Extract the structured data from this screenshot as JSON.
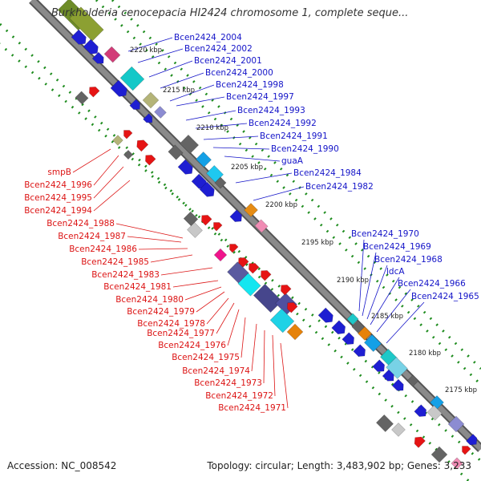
{
  "title": "Burkholderia cenocepacia HI2424 chromosome 1, complete seque...",
  "footer": {
    "accession": "Accession: NC_008542",
    "topology": "Topology: circular; Length: 3,483,902 bp; Genes: 3,233"
  },
  "colors": {
    "forward_label": "#1414c8",
    "reverse_label": "#dc1414",
    "backbone": "#808080",
    "tick": "#1e8c1e"
  },
  "kbp_labels": [
    "2220 kbp",
    "2215 kbp",
    "2210 kbp",
    "2205 kbp",
    "2200 kbp",
    "2195 kbp",
    "2190 kbp",
    "2185 kbp",
    "2180 kbp",
    "2175 kbp"
  ],
  "forward_genes": [
    "Bcen2424_2004",
    "Bcen2424_2002",
    "Bcen2424_2001",
    "Bcen2424_2000",
    "Bcen2424_1998",
    "Bcen2424_1997",
    "Bcen2424_1993",
    "Bcen2424_1992",
    "Bcen2424_1991",
    "Bcen2424_1990",
    "guaA",
    "Bcen2424_1984",
    "Bcen2424_1982",
    "Bcen2424_1970",
    "Bcen2424_1969",
    "Bcen2424_1968",
    "ldcA",
    "Bcen2424_1966",
    "Bcen2424_1965"
  ],
  "reverse_genes": [
    "smpB",
    "Bcen2424_1996",
    "Bcen2424_1995",
    "Bcen2424_1994",
    "Bcen2424_1988",
    "Bcen2424_1987",
    "Bcen2424_1986",
    "Bcen2424_1985",
    "Bcen2424_1983",
    "Bcen2424_1981",
    "Bcen2424_1980",
    "Bcen2424_1979",
    "Bcen2424_1978",
    "Bcen2424_1977",
    "Bcen2424_1976",
    "Bcen2424_1975",
    "Bcen2424_1974",
    "Bcen2424_1973",
    "Bcen2424_1972",
    "Bcen2424_1971"
  ]
}
